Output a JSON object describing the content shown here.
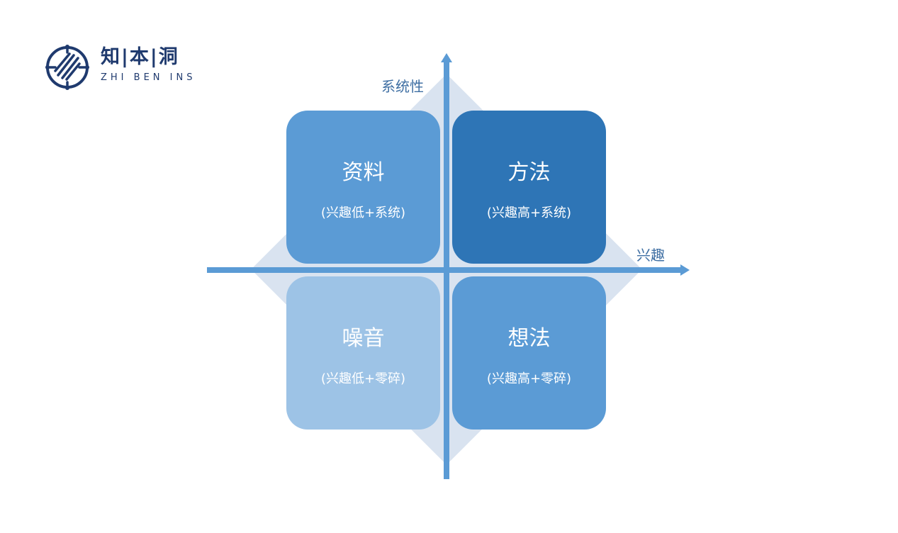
{
  "logo": {
    "name_cn": "知|本|洞",
    "name_en": "ZHI BEN INS"
  },
  "axes": {
    "y_label": "系统性",
    "x_label": "兴趣"
  },
  "quadrants": [
    {
      "title": "资料",
      "subtitle": "(兴趣低+系统)",
      "color": "#5b9bd5"
    },
    {
      "title": "方法",
      "subtitle": "(兴趣高+系统)",
      "color": "#2e75b6"
    },
    {
      "title": "噪音",
      "subtitle": "(兴趣低+零碎)",
      "color": "#9dc3e6"
    },
    {
      "title": "想法",
      "subtitle": "(兴趣高+零碎)",
      "color": "#5b9bd5"
    }
  ]
}
